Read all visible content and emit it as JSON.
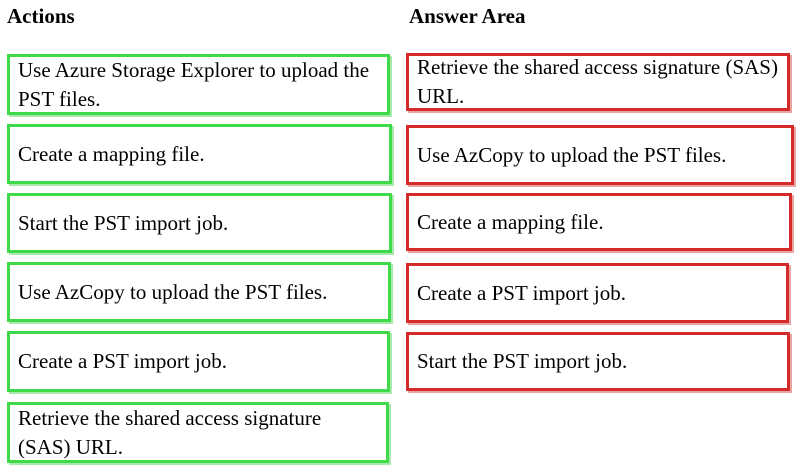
{
  "actions": {
    "heading": "Actions",
    "items": [
      {
        "label": "Use Azure Storage Explorer to upload the PST files."
      },
      {
        "label": "Create a mapping file."
      },
      {
        "label": "Start the PST import job."
      },
      {
        "label": "Use AzCopy to upload the PST files."
      },
      {
        "label": "Create a PST import job."
      },
      {
        "label": "Retrieve the shared access signature (SAS) URL."
      }
    ],
    "border_color": "#3fd94a"
  },
  "answer_area": {
    "heading": "Answer Area",
    "items": [
      {
        "label": "Retrieve the shared access signature (SAS) URL."
      },
      {
        "label": "Use AzCopy to upload the PST files."
      },
      {
        "label": "Create a mapping file."
      },
      {
        "label": "Create a PST import job."
      },
      {
        "label": "Start the PST import job."
      }
    ],
    "border_color": "#d42a2a"
  }
}
